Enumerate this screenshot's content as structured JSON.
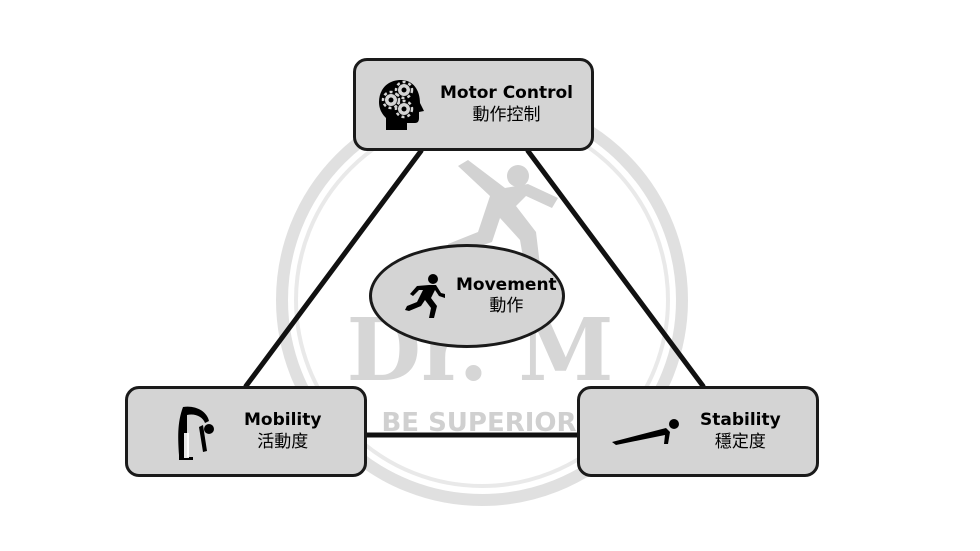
{
  "watermark": {
    "brand": "Dr. M",
    "tagline": "BE SUPERIOR",
    "color": "#cfcfcf"
  },
  "diagram": {
    "line_color": "#111111",
    "node_fill": "#d4d4d4",
    "center": {
      "title_en": "Movement",
      "title_zh": "動作",
      "icon": "running-person-icon"
    },
    "nodes": [
      {
        "id": "motor",
        "title_en": "Motor Control",
        "title_zh": "動作控制",
        "icon": "head-gears-icon"
      },
      {
        "id": "mobility",
        "title_en": "Mobility",
        "title_zh": "活動度",
        "icon": "forward-bend-person-icon"
      },
      {
        "id": "stability",
        "title_en": "Stability",
        "title_zh": "穩定度",
        "icon": "plank-person-icon"
      }
    ]
  }
}
